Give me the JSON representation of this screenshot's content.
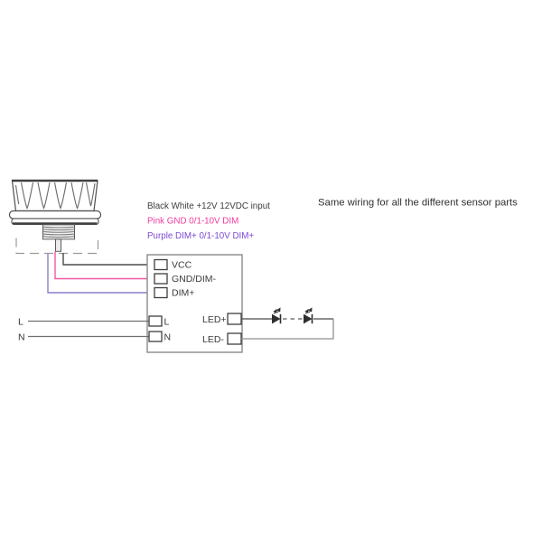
{
  "note": {
    "text": "Same wiring for all the different sensor parts",
    "color": "#2f2f2f"
  },
  "legend": {
    "black": {
      "text": "Black White +12V 12VDC input",
      "color": "#3d3d3d"
    },
    "pink": {
      "text": "Pink GND 0/1-10V DIM",
      "color": "#f03da0"
    },
    "purple": {
      "text": "Purple DIM+ 0/1-10V DIM+",
      "color": "#7c49d4"
    }
  },
  "driver_box": {
    "terminals": {
      "vcc": "VCC",
      "gnd_dim": "GND/DIM-",
      "dim_plus": "DIM+",
      "live": "L",
      "neutral": "N",
      "led_plus": "LED+",
      "led_minus": "LED-"
    }
  },
  "mains": {
    "live": "L",
    "neutral": "N"
  },
  "wires": {
    "vcc_color": "#4a4a4a",
    "gnd_color": "#ef59a6",
    "dim_color": "#8b7fc6",
    "mains_color": "#6f6f6f",
    "led_color": "#4a4a4a",
    "return_color": "#8f8f8f",
    "dashed_outline_color": "#9b9b9b"
  },
  "symbols": {
    "sensor": "twilight-sensor-knob",
    "led": "led-diode-symbol"
  }
}
